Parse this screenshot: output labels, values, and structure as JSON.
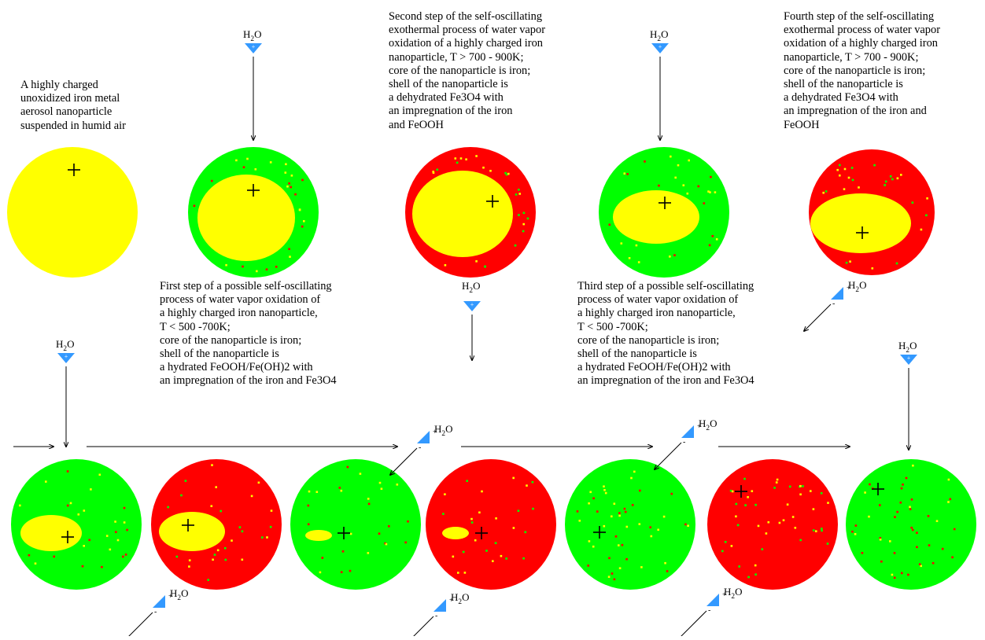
{
  "colors": {
    "iron_core": "#ffff00",
    "hydrated_shell": "#00ff00",
    "dehydrated_shell": "#ff0000",
    "water_marker": "#3399ff",
    "arrow": "#000000"
  },
  "captions": {
    "initial": "A highly charged\nunoxidized iron metal\naerosol nanoparticle\nsuspended in humid air",
    "step1": "First step of a possible self-oscillating\nprocess of water vapor oxidation of\na highly charged iron nanoparticle,\nT < 500 -700K;\ncore of the nanoparticle is iron;\nshell of the nanoparticle is\na hydrated FeOOH/Fe(OH)2 with\nan impregnation of the iron and Fe3O4",
    "step2": "Second step of the self-oscillating\nexothermal process of water vapor\noxidation of a highly charged iron\nnanoparticle, T > 700 - 900K;\ncore of the nanoparticle is iron;\nshell of the nanoparticle is\na dehydrated Fe3O4 with\nan impregnation of the iron\nand FeOOH",
    "step3": "Third step of a possible self-oscillating\nprocess of water vapor oxidation of\na highly charged iron nanoparticle,\nT < 500 -700K;\ncore of the nanoparticle is iron;\nshell of the nanoparticle is\na hydrated FeOOH/Fe(OH)2 with\nan impregnation of the iron and Fe3O4",
    "step4": "Fourth step of the self-oscillating\nexothermal process of water vapor\noxidation of a highly charged iron\nnanoparticle, T > 700 - 900K;\ncore of the nanoparticle is iron;\nshell of the nanoparticle is\na dehydrated Fe3O4 with\nan impregnation of the iron and\nFeOOH"
  },
  "water_label": {
    "base": "H",
    "subscript": "2",
    "tail": "O",
    "plus": "+",
    "minus": "-"
  },
  "charge_symbol": "+",
  "particles_top": [
    {
      "shell": "none",
      "core": "full"
    },
    {
      "shell": "hydrated",
      "core": "large"
    },
    {
      "shell": "dehydrated",
      "core": "large"
    },
    {
      "shell": "hydrated",
      "core": "medium"
    },
    {
      "shell": "dehydrated",
      "core": "medium"
    }
  ],
  "particles_bottom": [
    {
      "shell": "hydrated",
      "core": "small"
    },
    {
      "shell": "dehydrated",
      "core": "small"
    },
    {
      "shell": "hydrated",
      "core": "tiny"
    },
    {
      "shell": "dehydrated",
      "core": "tiny"
    },
    {
      "shell": "hydrated",
      "core": "none"
    },
    {
      "shell": "dehydrated",
      "core": "none"
    },
    {
      "shell": "hydrated",
      "core": "none"
    }
  ]
}
